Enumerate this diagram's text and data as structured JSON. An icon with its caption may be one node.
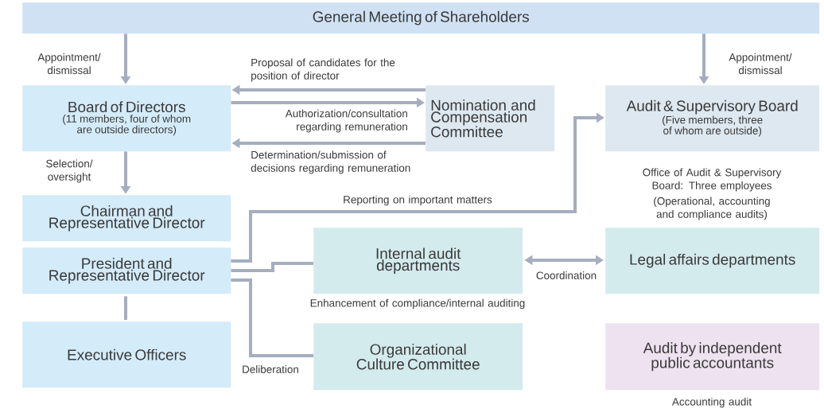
{
  "diagram": {
    "nodes": [
      {
        "text": [
          "General Meeting of Shareholders"
        ]
      },
      {
        "text": [
          "Board of Directors",
          "(11 members, four of whom are outside directors)"
        ]
      },
      {
        "text": [
          "Nomination and Compensation Committee"
        ]
      },
      {
        "text": [
          "Audit & Supervisory Board",
          "(Five members, three of whom are outside)"
        ],
        "beside": [
          "Office of Audit & Supervisory Board: Three employees",
          "(Operational, accounting and compliance audits)"
        ]
      },
      {
        "text": [
          "Chairman and Representative Director"
        ]
      },
      {
        "text": [
          "President and Representative Director"
        ]
      },
      {
        "text": [
          "Internal audit departments"
        ],
        "beside": [
          "Enhancement of compliance/internal auditing"
        ]
      },
      {
        "text": [
          "Legal affairs departments"
        ]
      },
      {
        "text": [
          "Executive Officers"
        ]
      },
      {
        "text": [
          "Organizational Culture Committee"
        ]
      },
      {
        "text": [
          "Audit by independent public accountants"
        ],
        "beside": [
          "Accounting audit"
        ]
      }
    ],
    "edges": [
      {
        "from": 0,
        "to": 1,
        "arrow": "to",
        "label": "Appointment/ dismissal"
      },
      {
        "from": 0,
        "to": 3,
        "arrow": "to",
        "label": "Appointment/ dismissal"
      },
      {
        "from": 2,
        "to": 1,
        "arrow": "to",
        "label": "Proposal of candidates for the position of director"
      },
      {
        "from": 1,
        "to": 2,
        "arrow": "to",
        "label": "Authorization/consultation regarding remuneration"
      },
      {
        "from": 2,
        "to": 1,
        "arrow": "to",
        "label": "Determination/submission of decisions regarding remuneration"
      },
      {
        "from": 1,
        "to": 4,
        "arrow": "to",
        "label": "Selection/ oversight"
      },
      {
        "from": 5,
        "to": 3,
        "arrow": "to",
        "label": "Reporting on important matters"
      },
      {
        "from": 5,
        "to": 6,
        "arrow": "none"
      },
      {
        "from": 5,
        "to": 9,
        "arrow": "none",
        "label": "Deliberation"
      },
      {
        "from": 6,
        "to": 7,
        "arrow": "both",
        "label": "Coordination"
      },
      {
        "from": 5,
        "to": 8,
        "arrow": "none"
      }
    ]
  }
}
